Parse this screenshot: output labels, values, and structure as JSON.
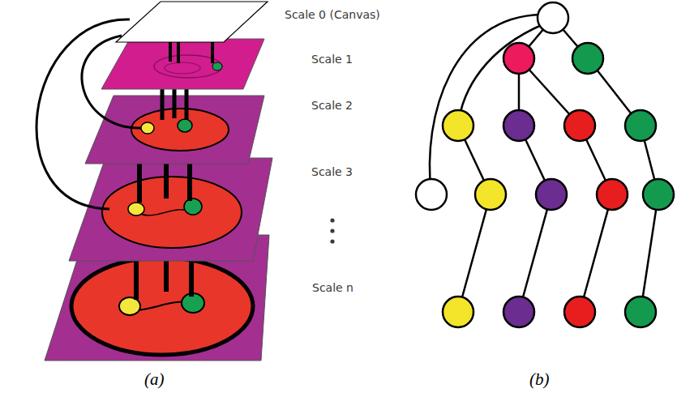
{
  "diagram": {
    "labels": [
      "Scale 0 (Canvas)",
      "Scale 1",
      "Scale 2",
      "Scale 3",
      "Scale n",
      "(a)",
      "(b)"
    ]
  }
}
